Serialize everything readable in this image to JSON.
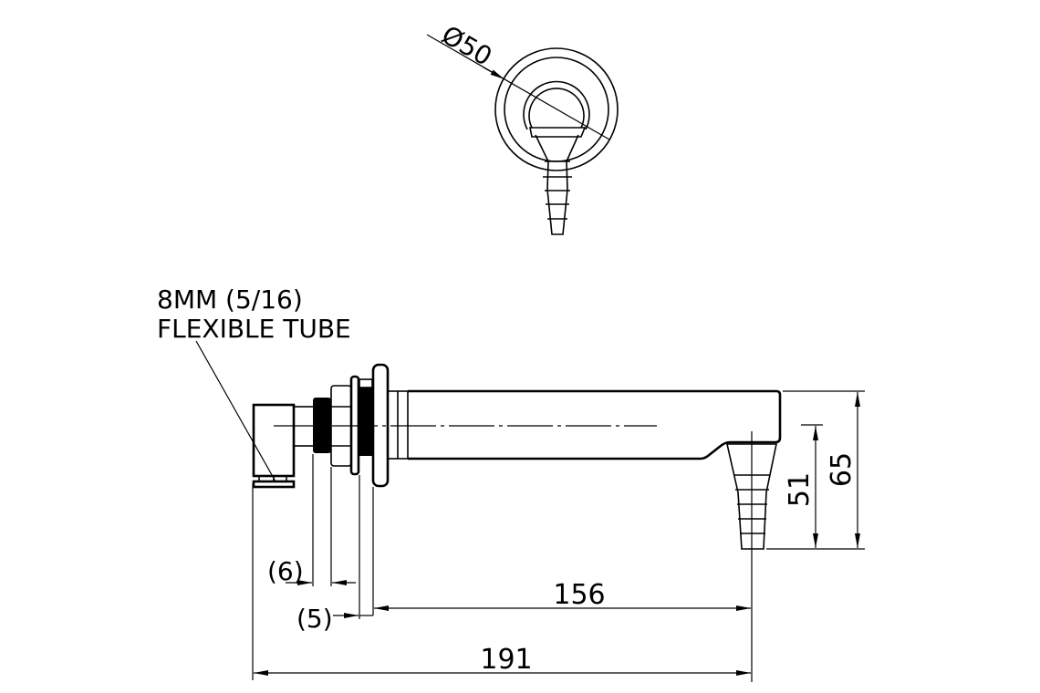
{
  "top_view": {
    "diameter_label": "Ø50"
  },
  "side_view": {
    "callout_line1": "8MM (5/16)",
    "callout_line2": "FLEXIBLE TUBE"
  },
  "dimensions": {
    "height_outlet": "51",
    "height_total": "65",
    "thread_ref": "(6)",
    "flange_ref": "(5)",
    "projection": "156",
    "overall_length": "191"
  },
  "colors": {
    "line": "#000000",
    "background": "#ffffff"
  }
}
